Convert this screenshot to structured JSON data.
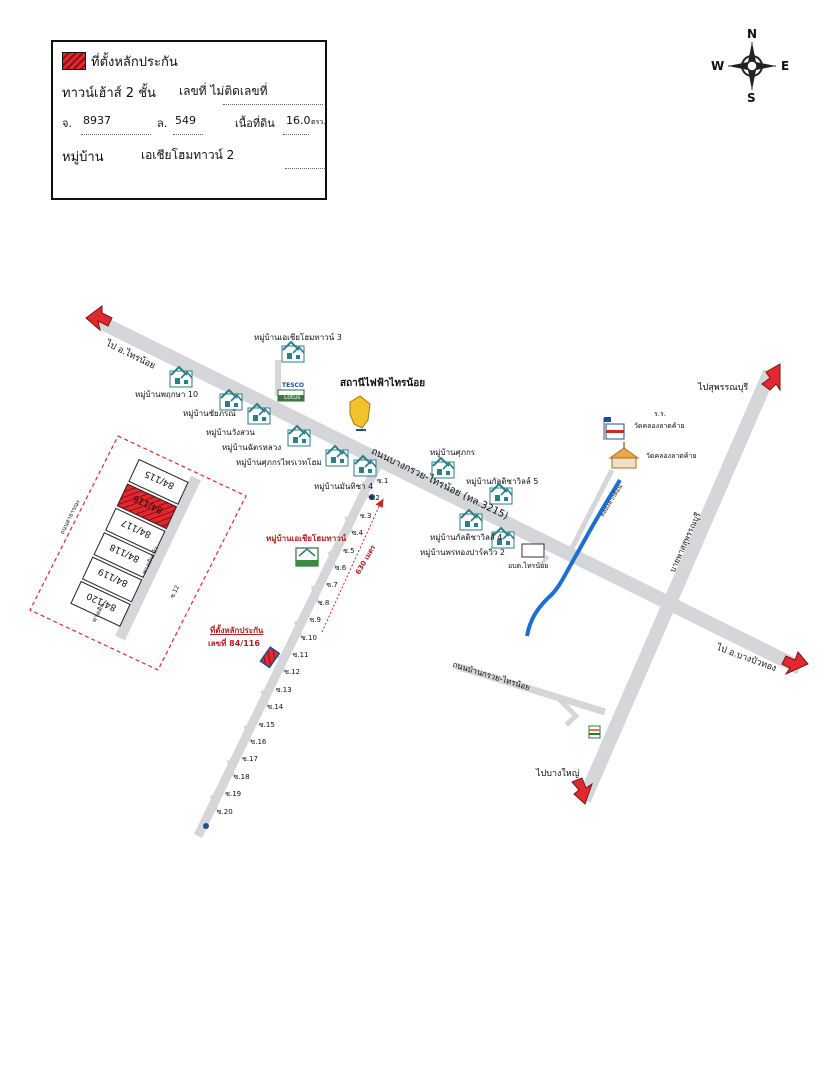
{
  "legend": {
    "collateral_label": "ที่ตั้งหลักประกัน",
    "property_type": "ทาวน์เฮ้าส์ 2 ชั้น",
    "house_no_label": "เลขที่ ไม่ติดเลขที่",
    "title_deed_prefix": "จ.",
    "title_deed_no": "8937",
    "land_no_prefix": "ล.",
    "land_no": "549",
    "area_label": "เนื้อที่ดิน",
    "area_value": "16.0",
    "area_unit": "ตรว.",
    "village_label": "หมู่บ้าน",
    "village_name": "เอเชียโฮมทาวน์ 2"
  },
  "compass": {
    "n": "N",
    "s": "S",
    "e": "E",
    "w": "W"
  },
  "directions": {
    "to_sai_noi": "ไป อ.ไทรน้อย",
    "to_suphan": "ไปสุพรรณบุรี",
    "to_bang_bua_thong": "ไป อ.บางบัวทอง",
    "to_bang_yai": "ไปบางใหญ่"
  },
  "roads": {
    "main_road": "ถนนบางกรวย-ไทรน้อย (ทล.3215)",
    "old_road": "ถนนบ้านกรวย-ไทรน้อย",
    "bypass": "บายพาสสุพรรณบุรี",
    "canal": "คลองลากค้อน"
  },
  "landmarks": {
    "tesco": "TESCO",
    "lotus": "Lotus",
    "power_station": "สถานีไฟฟ้าไทรน้อย",
    "school_code": "ร.ร.",
    "school": "วัดคลองลาดค้าย",
    "temple": "วัดคลองลาดค้าย",
    "tambon_office": "อบต.ไทรน้อย",
    "distance": "630 เมตร",
    "collateral_pointer_1": "ที่ตั้งหลักประกัน",
    "collateral_pointer_2": "เลขที่ 84/116",
    "village_banner": "หมู่บ้านเอเชียโฮมทาวน์"
  },
  "villages": [
    "หมู่บ้านเอเชียโฮมทาวน์ 3",
    "หมู่บ้านพฤกษา 10",
    "หมู่บ้านชัยภรณ์",
    "หมู่บ้านวังสวน",
    "หมู่บ้านฉัตรหลวง",
    "หมู่บ้านศุภกรไพรเวทโฮม",
    "หมู่บ้านมันทิชา 4",
    "หมู่บ้านศุภกร",
    "หมู่บ้านกัลดิชาวิลล์ 5",
    "หมู่บ้านกัลดิชาวิลล์ 4",
    "หมู่บ้านพรทองปาร์ควิว 2"
  ],
  "units": [
    "84/115",
    "84/116",
    "84/117",
    "84/118",
    "84/119",
    "84/120"
  ],
  "inset": {
    "road_side": "ถนนสาธารณะ",
    "road_soi": "ซ.12",
    "lane_top": "ทางเดินเท้า",
    "lane_bottom": "ทางเดิน"
  },
  "soi": [
    "ซ.1",
    "ซ.2",
    "ซ.3",
    "ซ.4",
    "ซ.5",
    "ซ.6",
    "ซ.7",
    "ซ.8",
    "ซ.9",
    "ซ.10",
    "ซ.11",
    "ซ.12",
    "ซ.13",
    "ซ.14",
    "ซ.15",
    "ซ.16",
    "ซ.17",
    "ซ.18",
    "ซ.19",
    "ซ.20"
  ],
  "colors": {
    "road": "#d4d6d9",
    "road_edge": "#b9bbbf",
    "arrow": "#e0282e",
    "canal": "#1c6fd1",
    "text_red": "#b02024",
    "house_roof": "#2b7f89"
  }
}
